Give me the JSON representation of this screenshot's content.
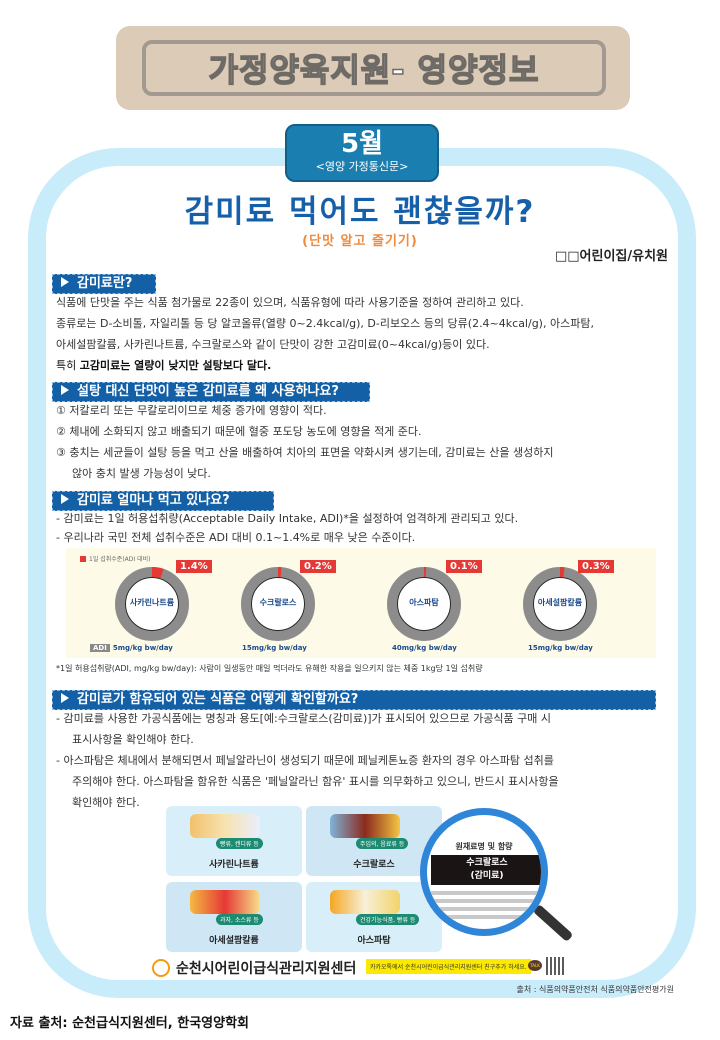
{
  "banner": {
    "title": "가정양육지원- 영양정보"
  },
  "header": {
    "month": "5월",
    "month_sub": "<영양 가정통신문>",
    "title": "감미료 먹어도 괜찮을까?",
    "subtitle": "(단맛 알고 즐기기)",
    "org": "□□어린이집/유치원"
  },
  "sections": [
    {
      "heading": "감미료란?",
      "lines": [
        "식품에 단맛을 주는 식품 첨가물로 22종이 있으며, 식품유형에 따라 사용기준을 정하여 관리하고 있다.",
        "종류로는 D-소비톨, 자일리톨 등 당 알코올류(열량 0~2.4kcal/g), D-리보오스 등의 당류(2.4~4kcal/g), 아스파탐,",
        "아세설팜칼륨, 사카린나트륨, 수크랄로스와 같이 단맛이 강한 고감미료(0~4kcal/g)등이 있다."
      ],
      "emphasis_prefix": "특히 ",
      "emphasis": "고감미료는 열량이 낮지만 설탕보다 달다."
    },
    {
      "heading": "설탕 대신 단맛이 높은 감미료를 왜 사용하나요?",
      "lines": [
        "① 저칼로리 또는 무칼로리이므로 체중 증가에 영향이 적다.",
        "② 체내에 소화되지 않고 배출되기 때문에 혈중 포도당 농도에 영향을 적게 준다.",
        "③ 충치는 세균들이 설탕 등을 먹고 산을 배출하여 치아의 표면을 약화시켜 생기는데, 감미료는 산을 생성하지",
        "않아 충치 발생 가능성이 낮다."
      ]
    },
    {
      "heading": "감미료 얼마나 먹고 있나요?",
      "lines": [
        "- 감미료는 1일 허용섭취량(Acceptable Daily Intake, ADI)*을 설정하여 엄격하게 관리되고 있다.",
        "- 우리나라 국민 전체 섭취수준은 ADI 대비 0.1~1.4%로 매우 낮은 수준이다."
      ],
      "footnote": "*1일 허용섭취량(ADI, mg/kg bw/day): 사람이 일생동안 매일 먹더라도 유해한 작용을 일으키지 않는 체중 1kg당 1일 섭취량"
    },
    {
      "heading": "감미료가 함유되어 있는 식품은 어떻게 확인할까요?",
      "lines": [
        "- 감미료를 사용한 가공식품에는 명칭과 용도[예:수크랄로스(감미료)]가 표시되어 있으므로 가공식품 구매 시",
        "표시사항을 확인해야 한다.",
        "- 아스파탐은 체내에서 분해되면서 페닐알라닌이 생성되기 때문에 페닐케톤뇨증 환자의 경우 아스파탐 섭취를",
        "주의해야 한다. 아스파탐을 함유한 식품은 '페닐알라닌 함유' 표시를 의무화하고 있으니, 반드시 표시사항을",
        "확인해야 한다."
      ]
    }
  ],
  "chart_data": {
    "type": "pie",
    "title": "",
    "legend": [
      "1일 섭취수준(ADI 대비)"
    ],
    "categories": [
      "사카린나트륨",
      "수크랄로스",
      "아스파탐",
      "아세설팜칼륨"
    ],
    "values": [
      1.4,
      0.2,
      0.1,
      0.3
    ],
    "value_labels": [
      "1.4%",
      "0.2%",
      "0.1%",
      "0.3%"
    ],
    "adi": [
      "5mg/kg bw/day",
      "15mg/kg bw/day",
      "40mg/kg bw/day",
      "15mg/kg bw/day"
    ],
    "adi_tag": "ADI",
    "colors": {
      "intake": "#e53935",
      "remainder": "#8c8c8c"
    }
  },
  "foods": [
    {
      "name": "사카린나트륨",
      "tag": "빵류, 캔디류 등"
    },
    {
      "name": "수크랄로스",
      "tag": "주임의, 음료류 등"
    },
    {
      "name": "아세설팜칼륨",
      "tag": "과자, 소스류 등"
    },
    {
      "name": "아스파탐",
      "tag": "건강기능식품, 빵류 등"
    }
  ],
  "magnifier": {
    "heading": "원재료명 및 함량",
    "label_line1": "수크랄로스",
    "label_line2": "(감미료)"
  },
  "footer": {
    "center_name": "순천시어린이급식관리지원센터",
    "kakao": "카카오톡에서 순천시어린이급식관리지원센터 친구추가 하세요.",
    "kakao_icon": "TALK",
    "source": "출처 : 식품의약품안전처 식품의약품안전평가원",
    "bottom_source": "자료 출처: 순천급식지원센터, 한국영양학회"
  },
  "colors": {
    "frame": "#c9ecfa",
    "heading_bg": "#1460a6",
    "title": "#1560a8",
    "subtitle": "#ef8a3c",
    "banner_bg": "#dccbb6"
  }
}
